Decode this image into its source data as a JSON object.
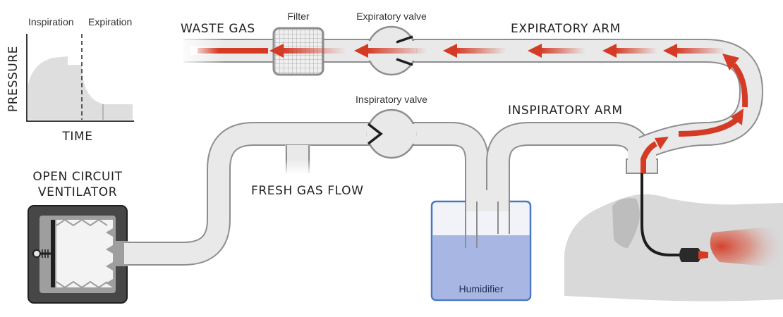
{
  "labels": {
    "waste_gas": "WASTE GAS",
    "filter": "Filter",
    "expiratory_valve": "Expiratory valve",
    "expiratory_arm": "EXPIRATORY ARM",
    "inspiratory_valve": "Inspiratory valve",
    "inspiratory_arm": "INSPIRATORY ARM",
    "fresh_gas_flow": "FRESH GAS FLOW",
    "ventilator_line1": "OPEN CIRCUIT",
    "ventilator_line2": "VENTILATOR",
    "humidifier": "Humidifier"
  },
  "graph": {
    "inspiration": "Inspiration",
    "expiration": "Expiration",
    "ylabel": "PRESSURE",
    "xlabel": "TIME"
  },
  "colors": {
    "tube_fill": "#e9e9ea",
    "tube_stroke": "#8e8e90",
    "flow_arrow": "#d43a24",
    "water": "#a7b6e2",
    "humidifier_stroke": "#4a76c2",
    "ventilator_body": "#474747",
    "patient": "#d9d9da"
  }
}
